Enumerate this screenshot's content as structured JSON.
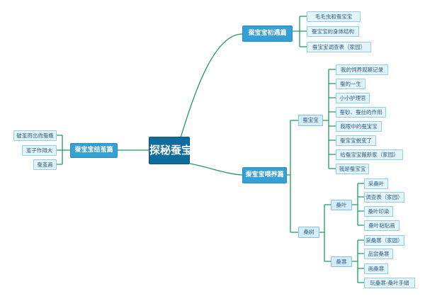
{
  "root": {
    "label": "探秘蚕宝宝"
  },
  "branches": {
    "first": {
      "label": "蚕宝宝初遇篇",
      "items": [
        "毛毛虫和蚕宝宝",
        "蚕宝宝的身体结构",
        "蚕宝宝调查表（家园）"
      ]
    },
    "raising": {
      "label": "蚕宝宝喂养篇",
      "silkworm": {
        "label": "蚕宝宝",
        "items": [
          "我的饲养观察记录",
          "蚕的一生",
          "小小护理官",
          "蚕砂、蚕丝的作用",
          "我眼中的蚕宝宝",
          "蚕宝宝蜕变了",
          "给蚕宝宝搬新家（家园）",
          "我是蚕宝宝"
        ]
      },
      "mulberry": {
        "label": "桑树",
        "leaf": {
          "label": "桑叶",
          "items": [
            "采桑叶",
            "调查表（家园）",
            "桑叶印染",
            "桑叶粘贴画"
          ]
        },
        "fruit": {
          "label": "桑葚",
          "items": [
            "采桑葚（家园）",
            "品尝桑葚",
            "画桑葚",
            "玩桑葚-桑叶手绢"
          ]
        }
      }
    },
    "cocoon": {
      "label": "蚕宝宝结茧篇",
      "items": [
        "破茧而出的蚕蛾",
        "茧子作用大",
        "蚕茧画"
      ]
    }
  },
  "colors": {
    "root": "#0f6c9d",
    "main": "#35a0d6",
    "leaf": "#e3f4fb",
    "link": "#1d9d5c"
  }
}
